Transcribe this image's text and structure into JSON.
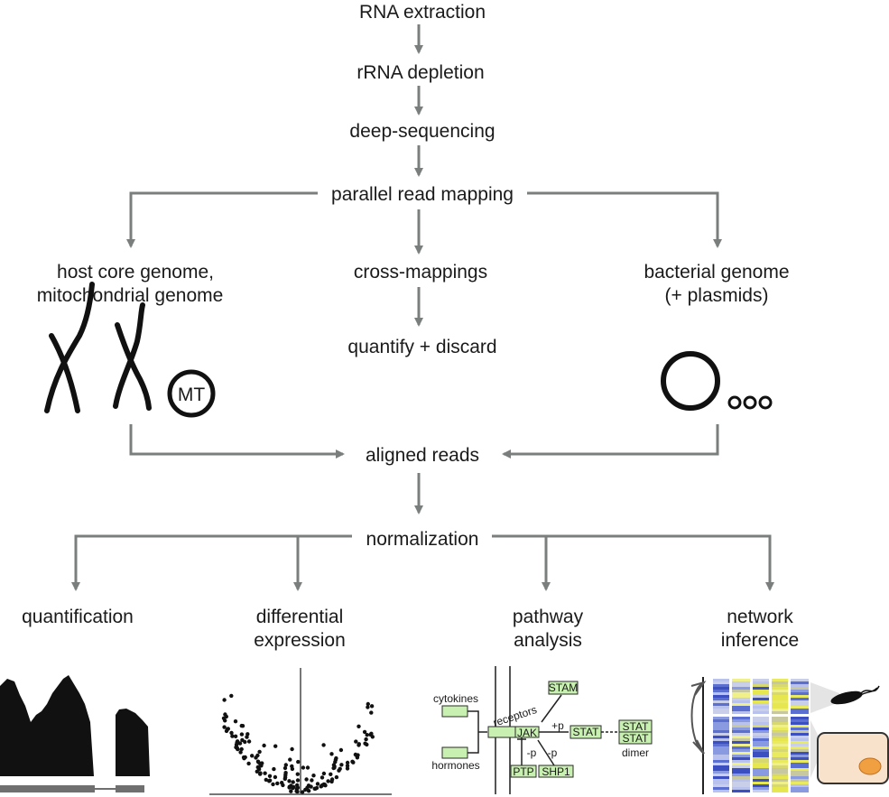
{
  "steps": {
    "rna_extraction": "RNA extraction",
    "rrna_depletion": "rRNA depletion",
    "deep_sequencing": "deep-sequencing",
    "parallel_read_mapping": "parallel read mapping",
    "cross_mappings": "cross-mappings",
    "quantify_discard": "quantify + discard",
    "aligned_reads": "aligned reads",
    "normalization": "normalization"
  },
  "host": {
    "line1": "host core genome,",
    "line2": "mitochondrial genome",
    "mt_label": "MT"
  },
  "bacterial": {
    "line1": "bacterial genome",
    "line2": "(+ plasmids)"
  },
  "outputs": {
    "quantification": "quantification",
    "differential_line1": "differential",
    "differential_line2": "expression",
    "pathway_line1": "pathway",
    "pathway_line2": "analysis",
    "network_line1": "network",
    "network_line2": "inference"
  },
  "pathway_diagram": {
    "stam": "STAM",
    "cytokines": "cytokines",
    "hormones": "hormones",
    "receptors": "receptors",
    "jak": "JAK",
    "plus_p": "+p",
    "stat": "STAT",
    "stat_dimer_top": "STAT",
    "stat_dimer_bottom": "STAT",
    "dimer": "dimer",
    "minus_p_left": "-p",
    "minus_p_right": "-p",
    "ptp": "PTP",
    "shp1": "SHP1"
  },
  "colors": {
    "arrow_gray": "#7a7f7d",
    "gene_box_green": "#c8f0b0",
    "heatmap_blue": "#5a6fd0",
    "heatmap_yellow": "#e6e650",
    "host_cell": "#f9e2cc",
    "nucleus": "#f0a040"
  }
}
